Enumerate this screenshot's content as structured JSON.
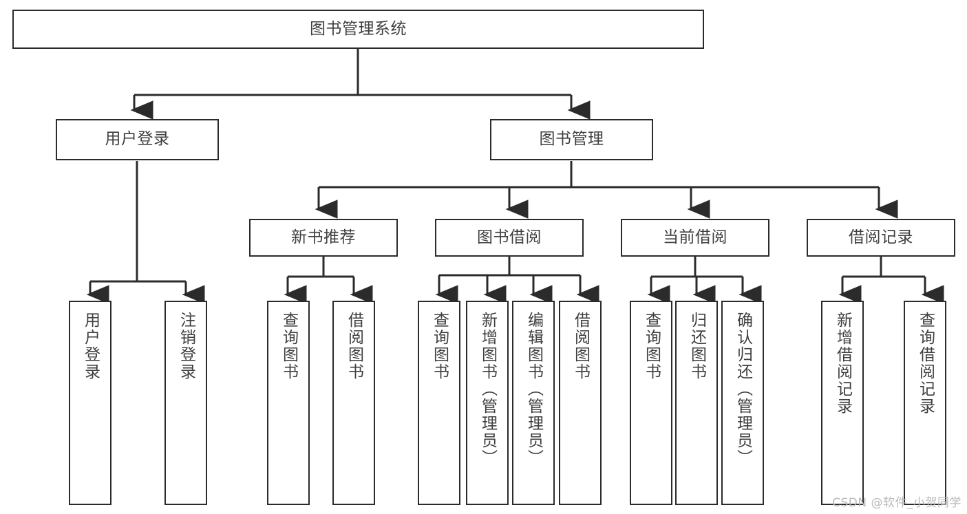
{
  "diagram": {
    "type": "tree-hierarchy-chart",
    "title": "图书管理系统",
    "watermark": "CSDN @软件_小贺同学",
    "colors": {
      "border": "#2b2b2b",
      "text": "#3f3f3f",
      "background": "#ffffff",
      "connector": "#2b2b2b",
      "watermark": "#b9b9b9"
    },
    "nodes": {
      "root": {
        "label": "图书管理系统"
      },
      "level1": [
        {
          "label": "用户登录"
        },
        {
          "label": "图书管理"
        }
      ],
      "level2": [
        {
          "label": "新书推荐"
        },
        {
          "label": "图书借阅"
        },
        {
          "label": "当前借阅"
        },
        {
          "label": "借阅记录"
        }
      ],
      "leaves_user_login": [
        {
          "label": "用户登录"
        },
        {
          "label": "注销登录"
        }
      ],
      "leaves_new_book": [
        {
          "label": "查询图书"
        },
        {
          "label": "借阅图书"
        }
      ],
      "leaves_borrow": [
        {
          "label": "查询图书"
        },
        {
          "label": "新增图书（管理员）"
        },
        {
          "label": "编辑图书（管理员）"
        },
        {
          "label": "借阅图书"
        }
      ],
      "leaves_current": [
        {
          "label": "查询图书"
        },
        {
          "label": "归还图书"
        },
        {
          "label": "确认归还（管理员）"
        }
      ],
      "leaves_records": [
        {
          "label": "新增借阅记录"
        },
        {
          "label": "查询借阅记录"
        }
      ]
    }
  }
}
